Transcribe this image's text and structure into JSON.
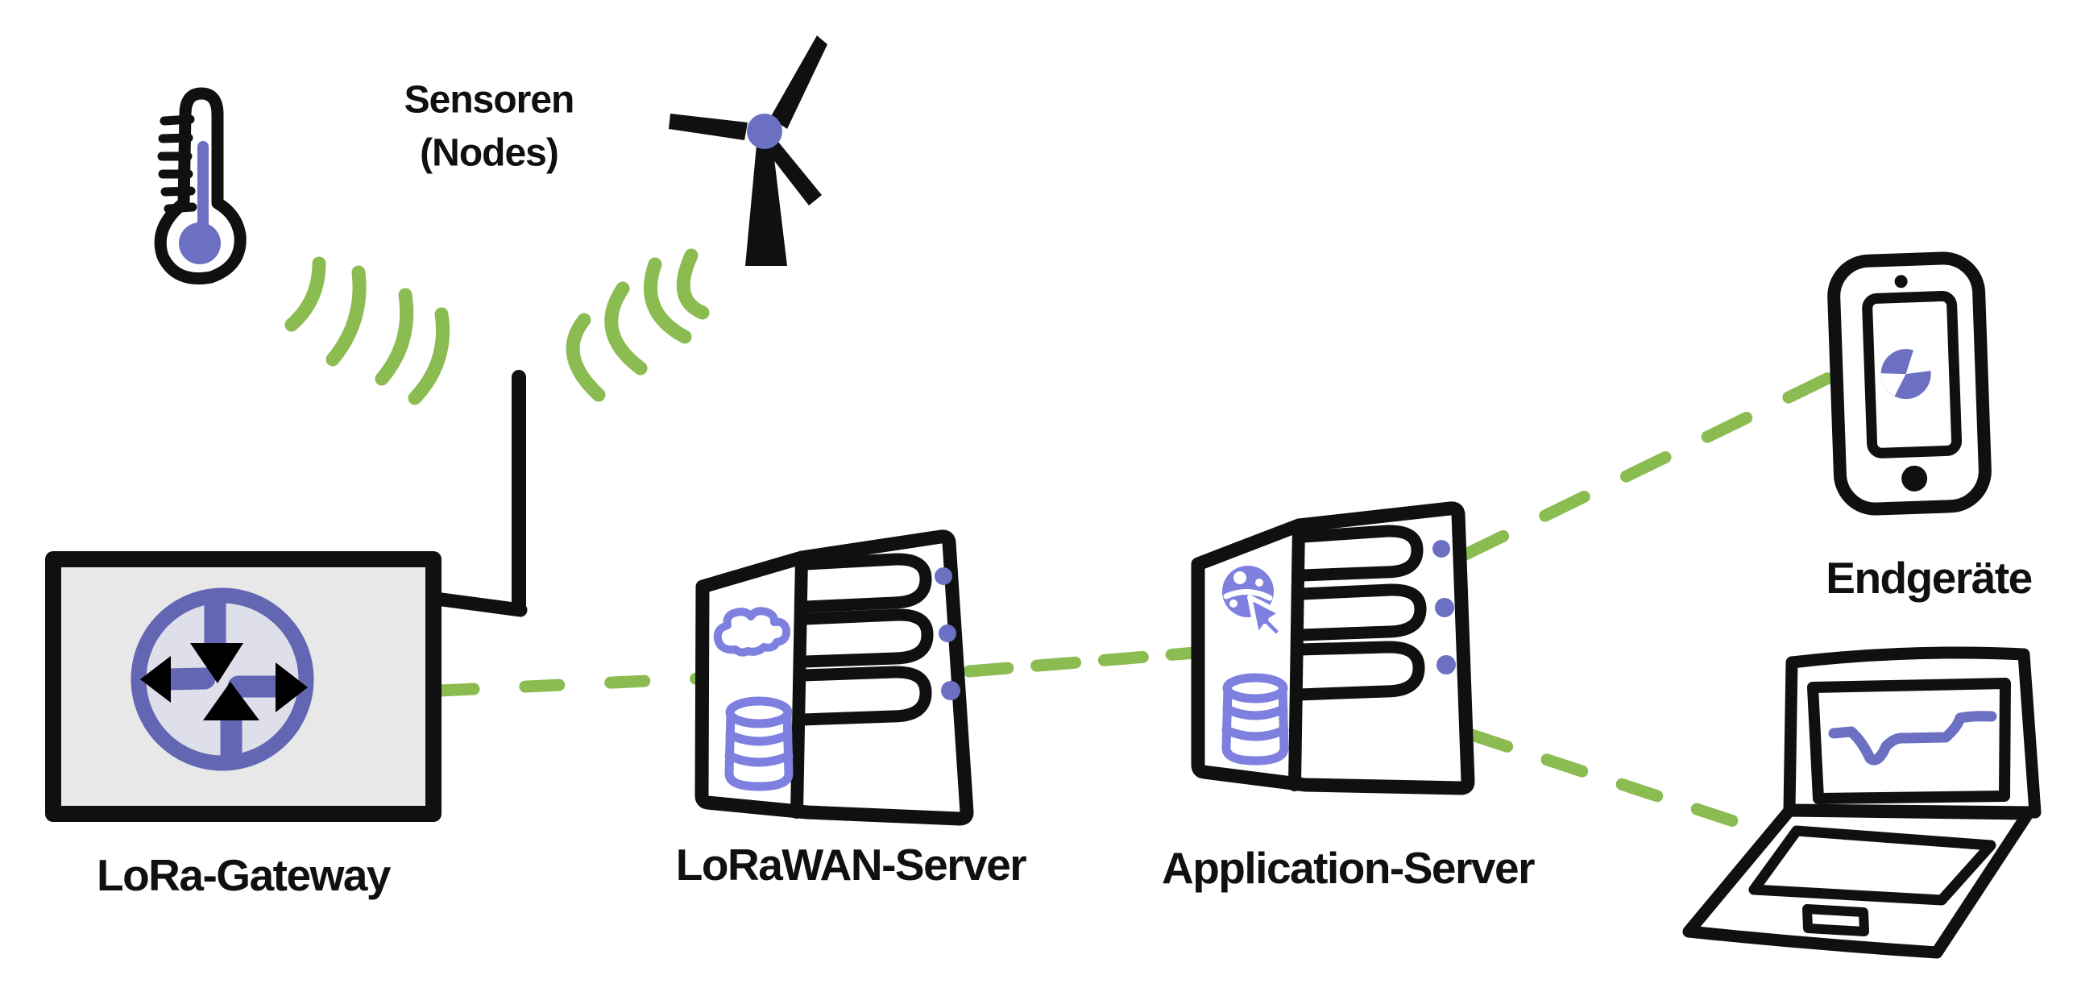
{
  "diagram": {
    "labels": {
      "sensors_line1": "Sensoren",
      "sensors_line2": "(Nodes)",
      "gateway": "LoRa-Gateway",
      "lorawan_server": "LoRaWAN-Server",
      "application_server": "Application-Server",
      "end_devices": "Endgeräte"
    },
    "colors": {
      "ink": "#101010",
      "green": "#8abc52",
      "indigo": "#6366b2",
      "slate": "#6b70c3",
      "periwinkle": "#7e80e0",
      "gateway_fill": "#e8e8e8",
      "router_fill": "#dfdfeb",
      "white": "#ffffff"
    },
    "icons": [
      "thermometer-icon",
      "wind-turbine-icon",
      "radio-waves-icon",
      "antenna-icon",
      "router-icon",
      "cloud-icon",
      "database-icon",
      "globe-cursor-icon",
      "pie-chart-icon",
      "line-chart-icon",
      "smartphone-icon",
      "laptop-icon"
    ],
    "links": [
      {
        "from": "LoRa-Gateway",
        "to": "LoRaWAN-Server",
        "style": "green-dashed"
      },
      {
        "from": "LoRaWAN-Server",
        "to": "Application-Server",
        "style": "green-dashed"
      },
      {
        "from": "Application-Server",
        "to": "Smartphone",
        "style": "green-dashed"
      },
      {
        "from": "Application-Server",
        "to": "Laptop",
        "style": "green-dashed"
      },
      {
        "from": "Sensoren (Nodes)",
        "to": "LoRa-Gateway",
        "style": "green-radio-waves"
      }
    ]
  }
}
